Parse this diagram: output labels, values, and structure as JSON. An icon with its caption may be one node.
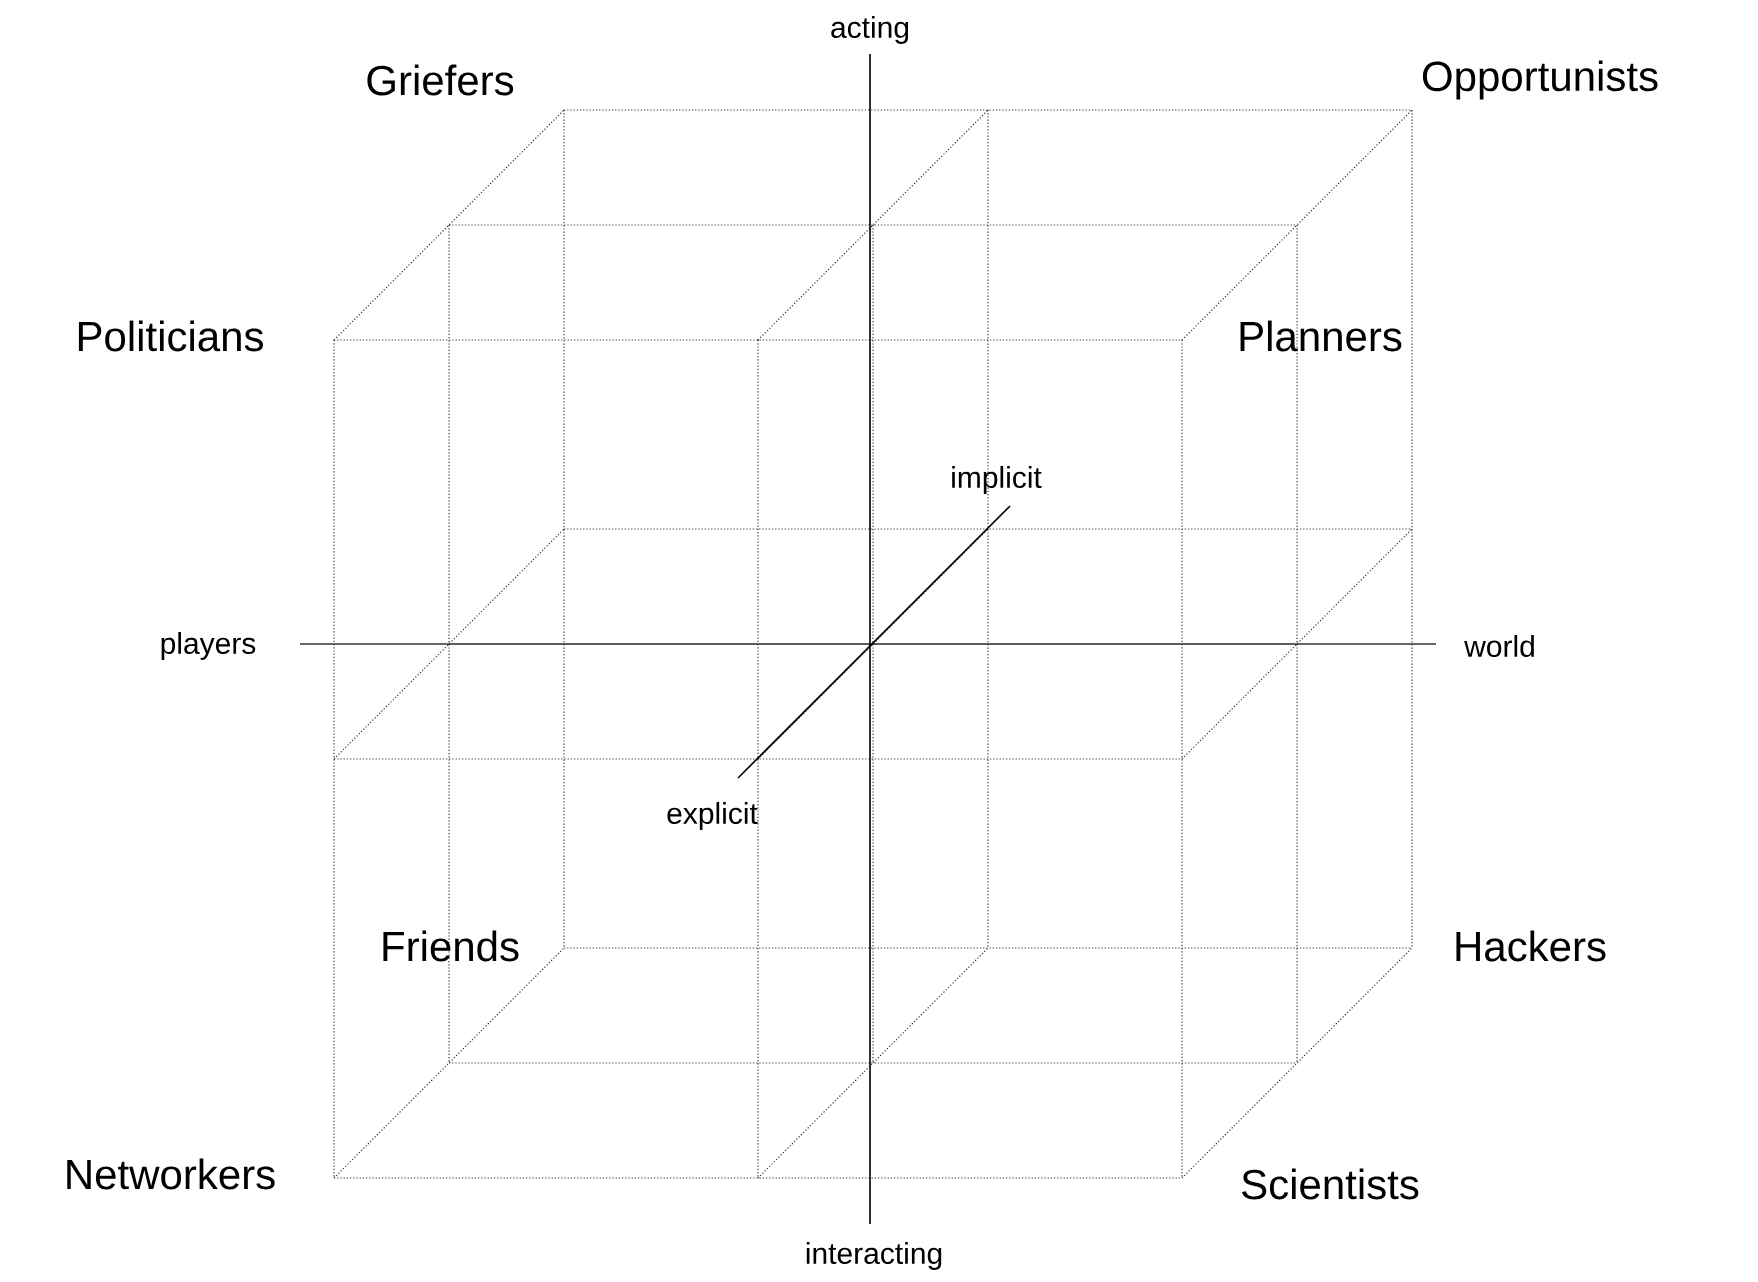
{
  "diagram": {
    "labels": [
      "acting",
      "Griefers",
      "Opportunists",
      "Politicians",
      "Planners",
      "implicit",
      "players",
      "world",
      "explicit",
      "Friends",
      "Hackers",
      "Networkers",
      "Scientists",
      "interacting"
    ]
  }
}
